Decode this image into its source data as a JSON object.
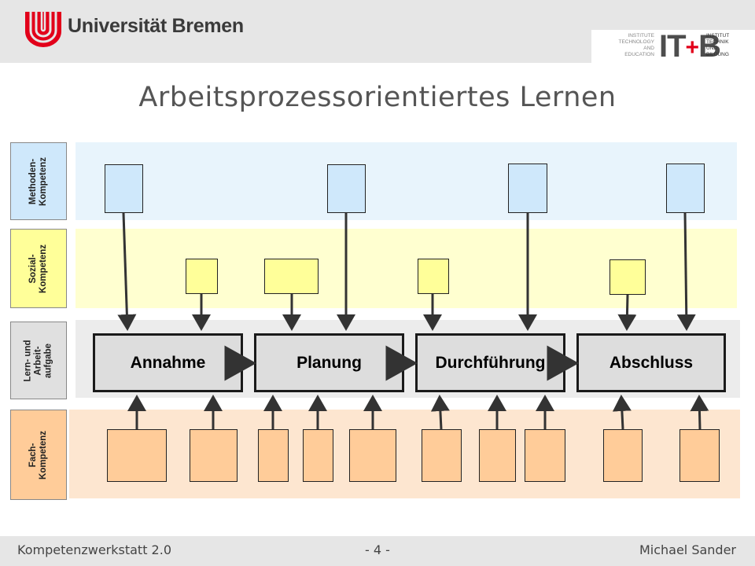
{
  "header": {
    "university_name": "Universität Bremen",
    "institute_left": "INSTITUTE\nTECHNOLOGY\nAND\nEDUCATION",
    "institute_mark_left": "IT",
    "institute_mark_plus": "+",
    "institute_mark_right": "B",
    "institute_right": "INSTITUT\nTECHNIK\nUND\nBILDUNG"
  },
  "title": "Arbeitsprozessorientiertes Lernen",
  "rows": [
    {
      "label": "Methoden-\nKompetenz"
    },
    {
      "label": "Sozial-\nKompetenz"
    },
    {
      "label": "Lern- und\nArbeit-\naufgabe"
    },
    {
      "label": "Fach-\nKompetenz"
    }
  ],
  "phases": [
    "Annahme",
    "Planung",
    "Durchführung",
    "Abschluss"
  ],
  "colors": {
    "methoden_band": "#e8f4fc",
    "sozial_band": "#ffffd0",
    "lern_band": "#ececec",
    "fach_band": "#fde6d0",
    "methoden_box": "#cfe8fb",
    "sozial_box": "#ffff99",
    "fach_box": "#ffcc99"
  },
  "footer": {
    "left": "Kompetenzwerkstatt 2.0",
    "center": "- 4 -",
    "right": "Michael Sander"
  }
}
